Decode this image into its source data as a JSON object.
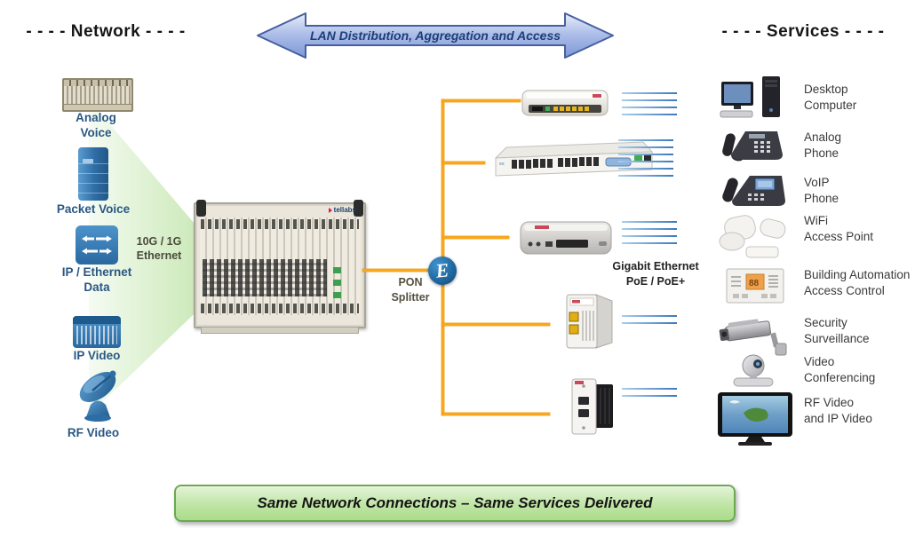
{
  "top_arrow": {
    "label": "LAN Distribution, Aggregation and Access"
  },
  "network": {
    "title": "- - - -  Network  - - - -",
    "items": [
      {
        "id": "analog-voice",
        "line1": "Analog",
        "line2": "Voice",
        "icon": "channel-bank-shelf-icon"
      },
      {
        "id": "packet-voice",
        "line1": "Packet Voice",
        "icon": "server-tower-icon"
      },
      {
        "id": "ip-ethernet-data",
        "line1": "IP / Ethernet",
        "line2": "Data",
        "icon": "ethernet-switch-icon"
      },
      {
        "id": "ip-video",
        "line1": "IP Video",
        "icon": "video-headend-icon"
      },
      {
        "id": "rf-video",
        "line1": "RF Video",
        "icon": "satellite-dish-icon"
      }
    ]
  },
  "olt": {
    "brand": "tellabs",
    "uplink_line1": "10G / 1G",
    "uplink_line2": "Ethernet"
  },
  "splitter": {
    "letter": "E",
    "line1": "PON",
    "line2": "Splitter"
  },
  "access_label": {
    "line1": "Gigabit Ethernet",
    "line2": "PoE / PoE+"
  },
  "middle_devices": [
    {
      "icon": "gateway-ont-icon",
      "cable_lines": 4
    },
    {
      "icon": "ethernet-switch-24port-icon",
      "cable_lines": 6
    },
    {
      "icon": "desktop-ont-icon",
      "cable_lines": 4
    },
    {
      "icon": "wall-mount-ont-icon",
      "cable_lines": 2
    },
    {
      "icon": "wall-plate-ont-icon",
      "cable_lines": 2
    }
  ],
  "services": {
    "title": "- - - -  Services  - - - -",
    "items": [
      {
        "id": "desktop-computer",
        "line1": "Desktop",
        "line2": "Computer",
        "icon": "desktop-computer-icon"
      },
      {
        "id": "analog-phone",
        "line1": "Analog",
        "line2": "Phone",
        "icon": "analog-phone-icon"
      },
      {
        "id": "voip-phone",
        "line1": "VoIP",
        "line2": "Phone",
        "icon": "voip-phone-icon"
      },
      {
        "id": "wifi-access-point",
        "line1": "WiFi",
        "line2": "Access Point",
        "icon": "wifi-access-point-icon"
      },
      {
        "id": "building-automation",
        "line1": "Building Automation",
        "line2": "Access Control",
        "icon": "thermostat-panel-icon"
      },
      {
        "id": "security",
        "line1": "Security",
        "line2": "Surveillance",
        "icon": "security-camera-icon"
      },
      {
        "id": "video-conferencing",
        "line1": "Video",
        "line2": "Conferencing",
        "icon": "ptz-camera-icon"
      },
      {
        "id": "rf-ip-video",
        "line1": "RF Video",
        "line2": "and IP  Video",
        "icon": "television-icon"
      }
    ]
  },
  "banner": {
    "label": "Same Network Connections – Same Services Delivered"
  },
  "colors": {
    "connection_line": "#F9A61A",
    "splitter_blue": "#1E659C",
    "arrow_fill": "#ADBFE8",
    "arrow_border": "#4A63A0",
    "wedge_green": "#CDEABB",
    "banner_border_green": "#6BA84F",
    "network_label_blue": "#2A5784"
  }
}
